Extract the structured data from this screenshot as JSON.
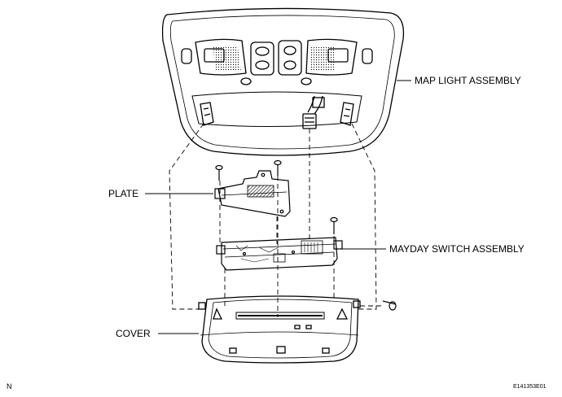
{
  "labels": {
    "map_light": "MAP LIGHT ASSEMBLY",
    "plate": "PLATE",
    "mayday": "MAYDAY SWITCH ASSEMBLY",
    "cover": "COVER"
  },
  "corner_mark": "N",
  "figure_code": "E141353E01"
}
